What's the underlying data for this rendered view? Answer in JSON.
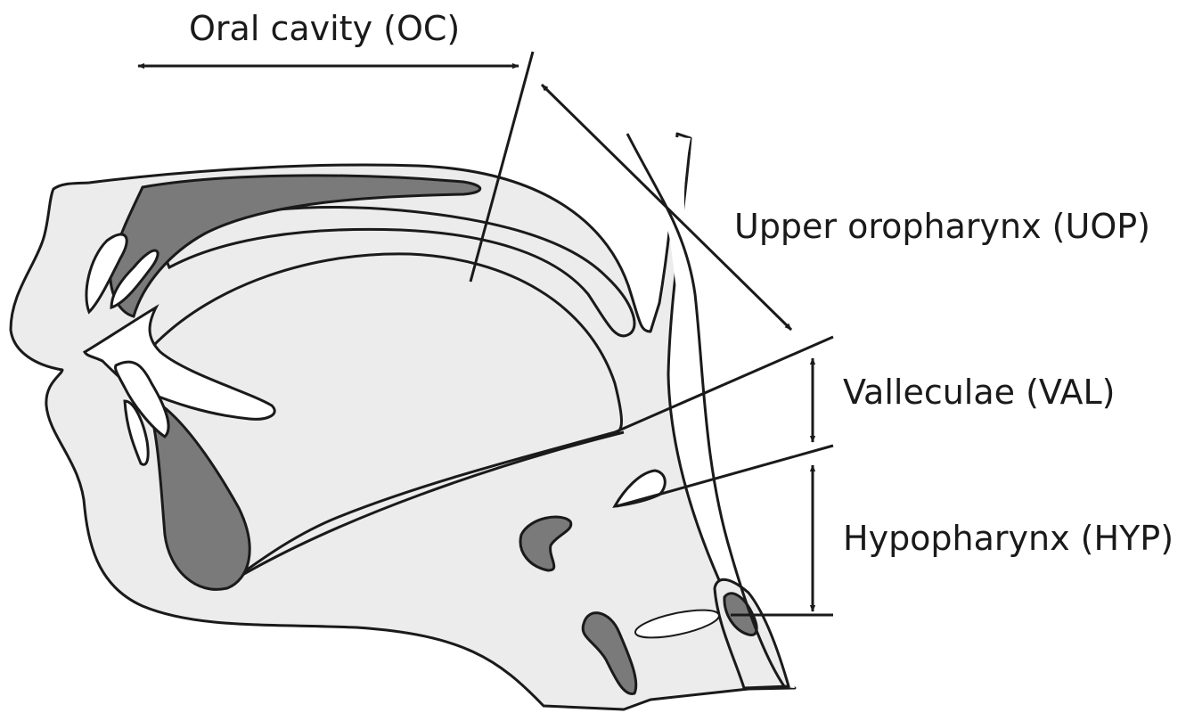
{
  "labels": {
    "oral_cavity": "Oral cavity (OC)",
    "upper_oropharynx": "Upper oropharynx (UOP)",
    "valleculae": "Valleculae (VAL)",
    "hypopharynx": "Hypopharynx (HYP)"
  },
  "colors": {
    "stroke": "#1a1a1a",
    "tissue_light": "#ececec",
    "tissue_dark": "#7a7a7a",
    "background": "#ffffff"
  }
}
